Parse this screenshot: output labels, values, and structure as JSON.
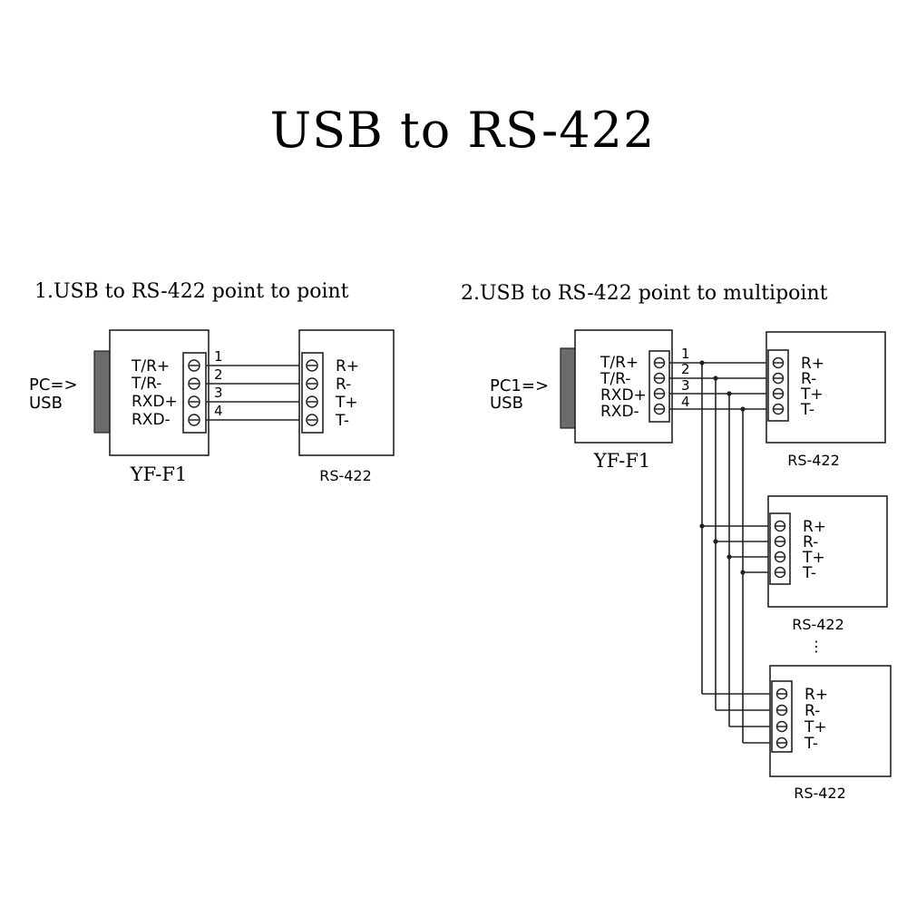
{
  "title": "USB to RS-422",
  "diagram1": {
    "heading": "1.USB to RS-422 point to point",
    "pc_label": [
      "PC=>",
      "USB"
    ],
    "converter": {
      "name": "YF-F1",
      "pins": [
        "T/R+",
        "T/R-",
        "RXD+",
        "RXD-"
      ]
    },
    "wire_numbers": [
      "1",
      "2",
      "3",
      "4"
    ],
    "device": {
      "name": "RS-422",
      "pins": [
        "R+",
        "R-",
        "T+",
        "T-"
      ]
    }
  },
  "diagram2": {
    "heading": "2.USB to RS-422 point to multipoint",
    "pc_label": [
      "PC1=>",
      "USB"
    ],
    "converter": {
      "name": "YF-F1",
      "pins": [
        "T/R+",
        "T/R-",
        "RXD+",
        "RXD-"
      ]
    },
    "wire_numbers": [
      "1",
      "2",
      "3",
      "4"
    ],
    "devices": [
      {
        "name": "RS-422",
        "pins": [
          "R+",
          "R-",
          "T+",
          "T-"
        ]
      },
      {
        "name": "RS-422",
        "pins": [
          "R+",
          "R-",
          "T+",
          "T-"
        ]
      },
      {
        "name": "RS-422",
        "pins": [
          "R+",
          "R-",
          "T+",
          "T-"
        ]
      }
    ],
    "ellipsis": "⋮"
  }
}
